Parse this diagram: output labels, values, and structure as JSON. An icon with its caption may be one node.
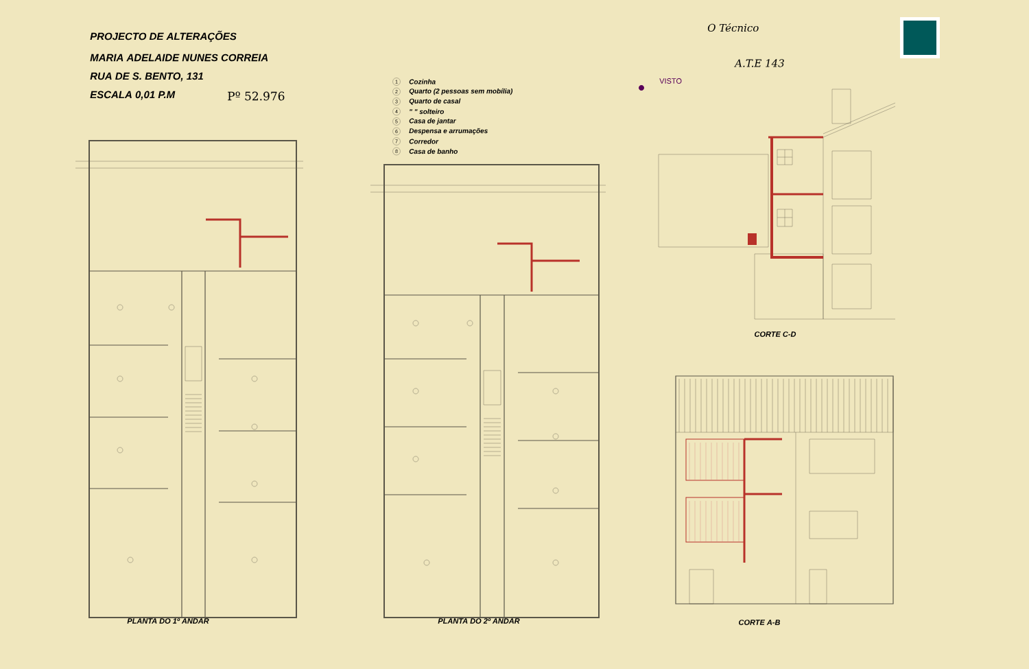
{
  "diagram": {
    "title": "PROJECTO DE ALTERAÇÕES",
    "labels": [
      "MARIA ADELAIDE NUNES CORREIA",
      "RUA DE S. BENTO, 131",
      "ESCALA 0,01 P.M",
      "Pº 52.976",
      "1",
      "2",
      "3",
      "4",
      "5",
      "6",
      "7",
      "8",
      "O Técnico",
      "A.T.E 143",
      "VISTO",
      "CORTE C-D",
      "PLANTA DO 1º ANDAR",
      "PLANTA DO 2º ANDAR",
      "CORTE A-B"
    ],
    "legend": [
      {
        "text": "Cozinha"
      },
      {
        "text": "Quarto (2 pessoas sem mobília)"
      },
      {
        "text": "Quarto de casal"
      },
      {
        "text": "\"  \" solteiro"
      },
      {
        "text": "Casa de jantar"
      },
      {
        "text": "Despensa e arrumações"
      },
      {
        "text": "Corredor"
      },
      {
        "text": "Casa de banho"
      }
    ]
  }
}
